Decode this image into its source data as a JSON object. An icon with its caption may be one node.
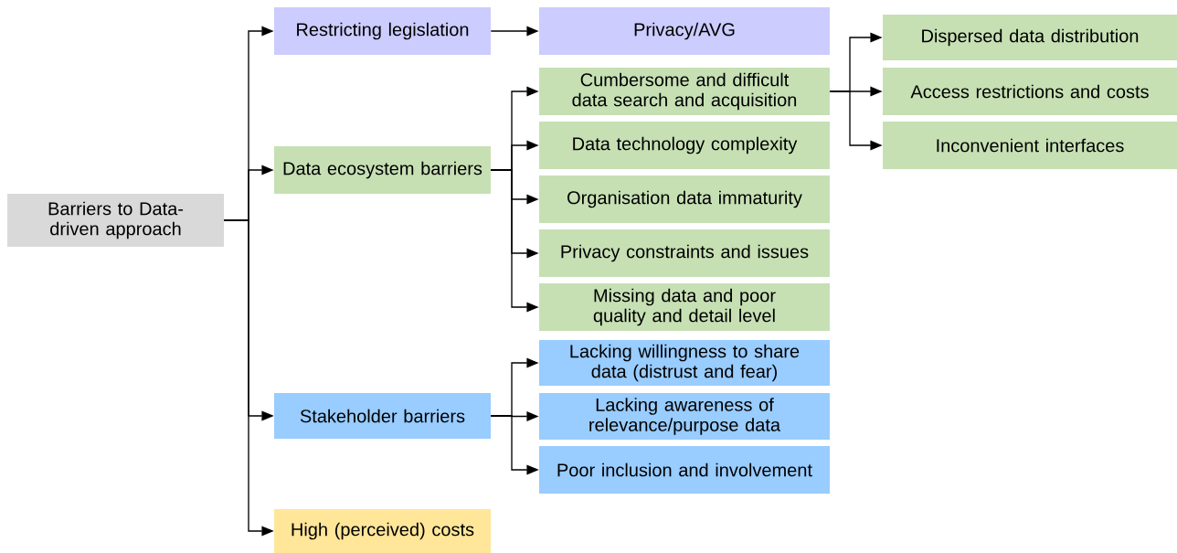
{
  "diagram": {
    "nodes": [
      {
        "text": [
          "Barriers to Data-driven approach"
        ]
      },
      {
        "text": [
          "Restricting legislation"
        ]
      },
      {
        "text": [
          "Data ecosystem barriers"
        ]
      },
      {
        "text": [
          "Stakeholder barriers"
        ]
      },
      {
        "text": [
          "High (perceived) costs"
        ]
      },
      {
        "text": [
          "Privacy/AVG"
        ]
      },
      {
        "text": [
          "Cumbersome and difficult data search and acquisition"
        ]
      },
      {
        "text": [
          "Data technology complexity"
        ]
      },
      {
        "text": [
          "Organisation data immaturity"
        ]
      },
      {
        "text": [
          "Privacy constraints and issues"
        ]
      },
      {
        "text": [
          "Missing data and poor quality and detail level"
        ]
      },
      {
        "text": [
          "Lacking willingness to share data (distrust and fear)"
        ]
      },
      {
        "text": [
          "Lacking awareness of relevance/purpose data"
        ]
      },
      {
        "text": [
          "Poor inclusion and involvement"
        ]
      },
      {
        "text": [
          "Dispersed data distribution"
        ]
      },
      {
        "text": [
          "Access restrictions and costs"
        ]
      },
      {
        "text": [
          "Inconvenient interfaces"
        ]
      }
    ],
    "edges": [
      {
        "from": 0,
        "to": 1,
        "arrow": "to"
      },
      {
        "from": 0,
        "to": 2,
        "arrow": "to"
      },
      {
        "from": 0,
        "to": 3,
        "arrow": "to"
      },
      {
        "from": 0,
        "to": 4,
        "arrow": "to"
      },
      {
        "from": 1,
        "to": 5,
        "arrow": "to"
      },
      {
        "from": 2,
        "to": 6,
        "arrow": "to"
      },
      {
        "from": 2,
        "to": 7,
        "arrow": "to"
      },
      {
        "from": 2,
        "to": 8,
        "arrow": "to"
      },
      {
        "from": 2,
        "to": 9,
        "arrow": "to"
      },
      {
        "from": 2,
        "to": 10,
        "arrow": "to"
      },
      {
        "from": 3,
        "to": 11,
        "arrow": "to"
      },
      {
        "from": 3,
        "to": 12,
        "arrow": "to"
      },
      {
        "from": 3,
        "to": 13,
        "arrow": "to"
      },
      {
        "from": 6,
        "to": 14,
        "arrow": "to"
      },
      {
        "from": 6,
        "to": 15,
        "arrow": "to"
      },
      {
        "from": 6,
        "to": 16,
        "arrow": "to"
      }
    ]
  }
}
